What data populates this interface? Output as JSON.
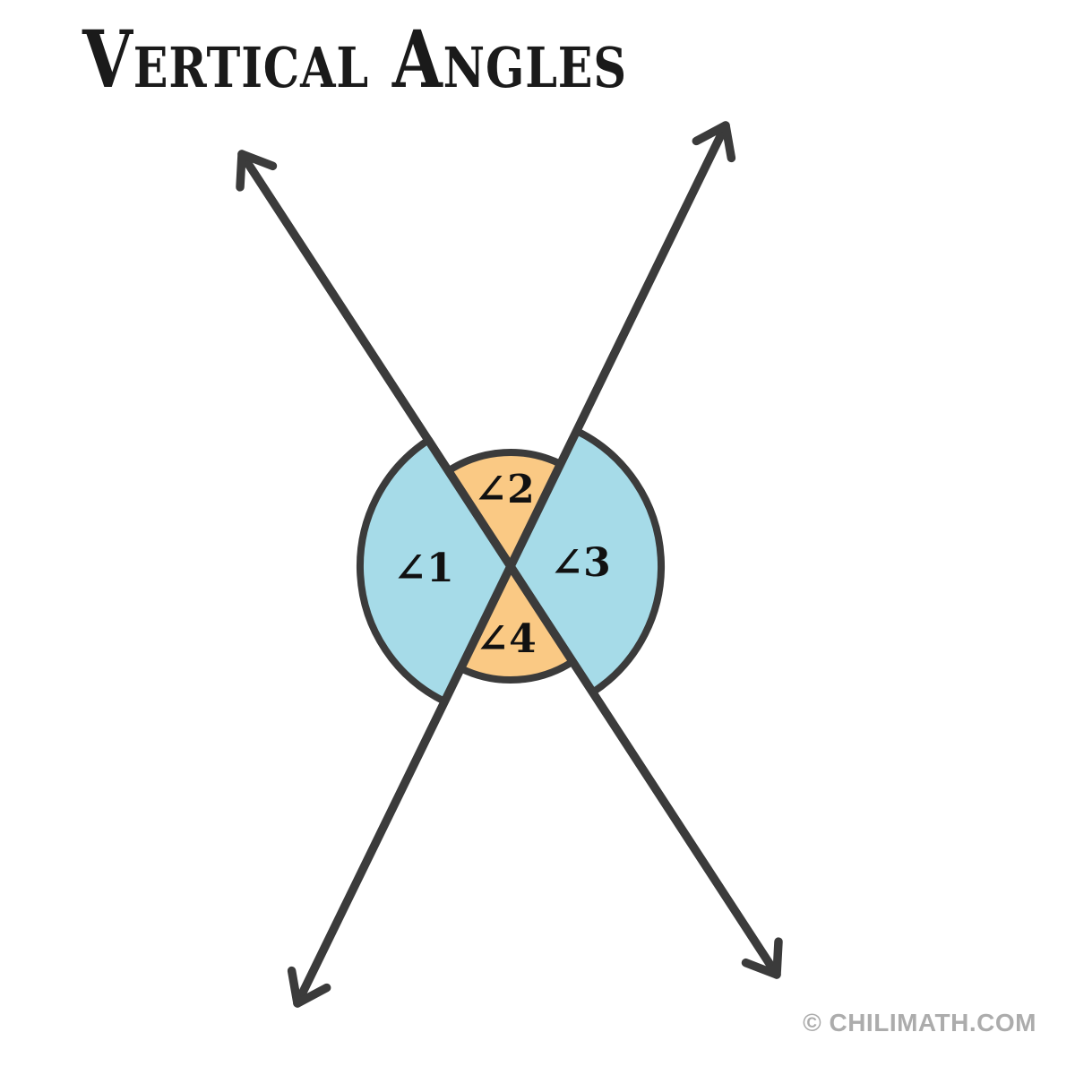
{
  "title": "Vertical Angles",
  "figure": {
    "description": "Two lines intersecting at a point, forming two pairs of vertical angles",
    "sectors": [
      {
        "label": "∠1",
        "position": "left",
        "color_name": "light-blue"
      },
      {
        "label": "∠2",
        "position": "top",
        "color_name": "orange"
      },
      {
        "label": "∠3",
        "position": "right",
        "color_name": "light-blue"
      },
      {
        "label": "∠4",
        "position": "bottom",
        "color_name": "orange"
      }
    ]
  },
  "colors": {
    "sector_blue": "#a6dbe8",
    "sector_orange": "#fac984",
    "line": "#3b3b3b",
    "title_text": "#1a1a1a",
    "label_text": "#111111",
    "watermark_text": "#acacac",
    "background": "#ffffff"
  },
  "watermark": "© CHILIMATH.COM"
}
